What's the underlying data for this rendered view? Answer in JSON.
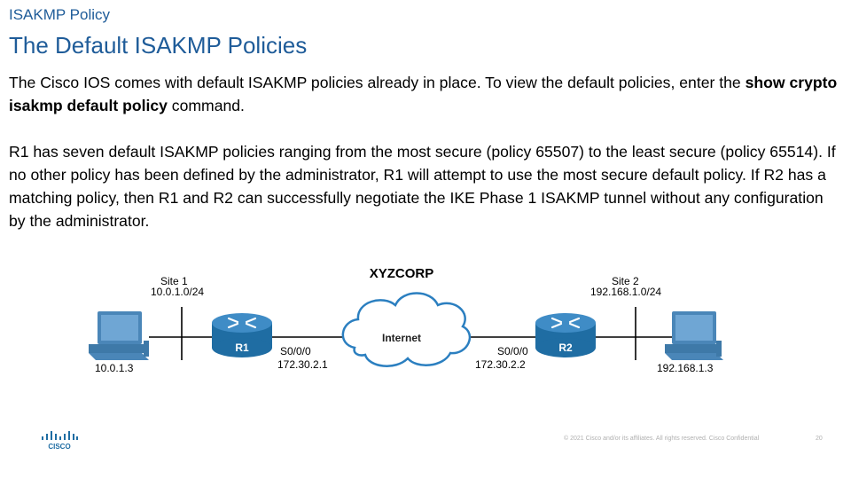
{
  "header": {
    "kicker": "ISAKMP Policy",
    "title": "The Default ISAKMP Policies"
  },
  "body": {
    "p1_a": "The Cisco IOS comes with default ISAKMP policies already in place. To view the default policies, enter the ",
    "p1_cmd": "show crypto isakmp default policy",
    "p1_b": " command.",
    "p2": "R1 has seven default ISAKMP policies ranging from the most secure (policy 65507) to the least secure (policy 65514). If no other policy has been defined by the administrator, R1 will attempt to use the most secure default policy. If R2 has a matching policy, then R1 and R2 can successfully negotiate the IKE Phase 1 ISAKMP tunnel without any configuration by the administrator."
  },
  "diagram": {
    "company": "XYZCORP",
    "site1": {
      "name": "Site 1",
      "subnet": "10.0.1.0/24",
      "host_ip": "10.0.1.3"
    },
    "site2": {
      "name": "Site 2",
      "subnet": "192.168.1.0/24",
      "host_ip": "192.168.1.3"
    },
    "r1": {
      "label": "R1",
      "interface": "S0/0/0",
      "ip": "172.30.2.1"
    },
    "r2": {
      "label": "R2",
      "interface": "S0/0/0",
      "ip": "172.30.2.2"
    },
    "cloud_label": "Internet",
    "colors": {
      "router": "#1f6da3",
      "pc": "#4a86b8",
      "line": "#000000"
    }
  },
  "footer": {
    "brand": "CISCO",
    "copyright": "© 2021  Cisco and/or its affiliates. All rights reserved.   Cisco Confidential",
    "slide_number": "20"
  }
}
